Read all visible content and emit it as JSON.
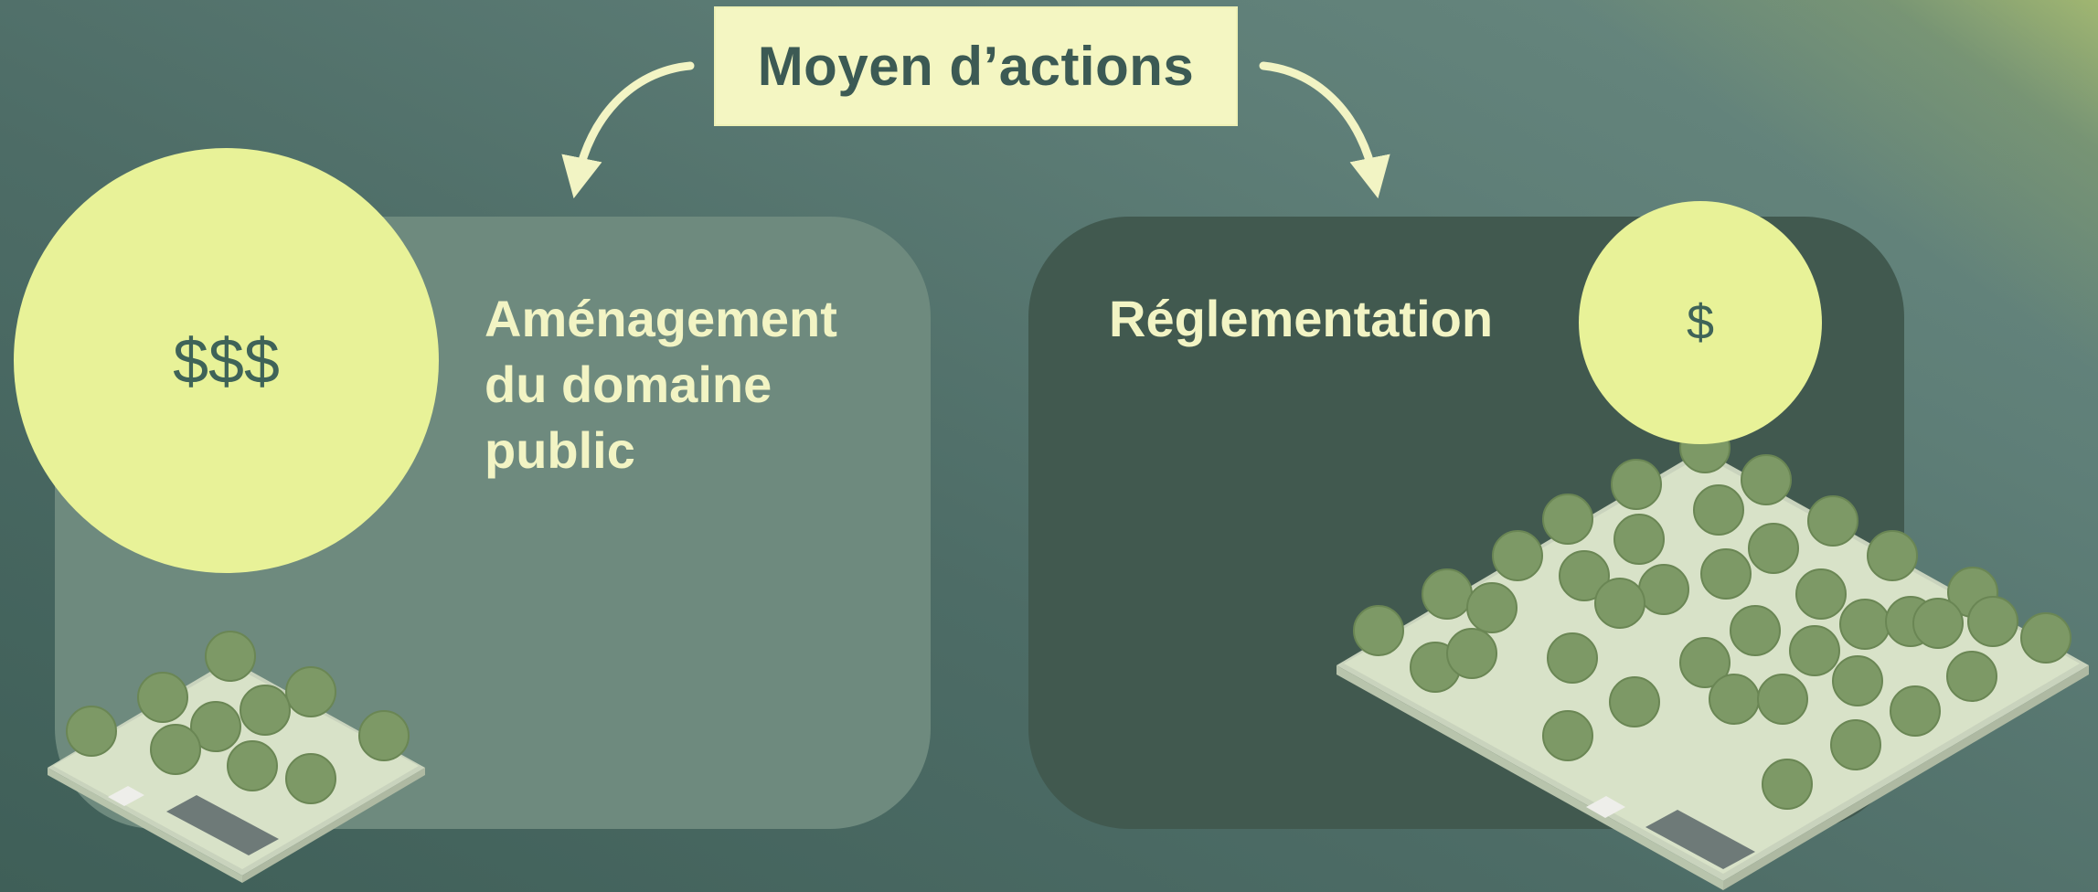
{
  "title": "Moyen d’actions",
  "left": {
    "heading": "Aménagement\ndu domaine\npublic",
    "cost": "$$$"
  },
  "right": {
    "heading": "Réglementation",
    "cost": "$"
  },
  "colors": {
    "title_bg": "#f4f6c2",
    "title_text": "#3c5a54",
    "circle_fill": "#e8f298",
    "panel_left": "#6e8a7e",
    "panel_right": "#41594f",
    "arrow": "#f2f4c4",
    "tree": "#7d9966",
    "lot": "#d7e2c6"
  },
  "icons": {
    "left_illustration": "small-park-lot-illustration",
    "right_illustration": "large-park-lot-illustration",
    "arrows": "curved-arrow"
  }
}
